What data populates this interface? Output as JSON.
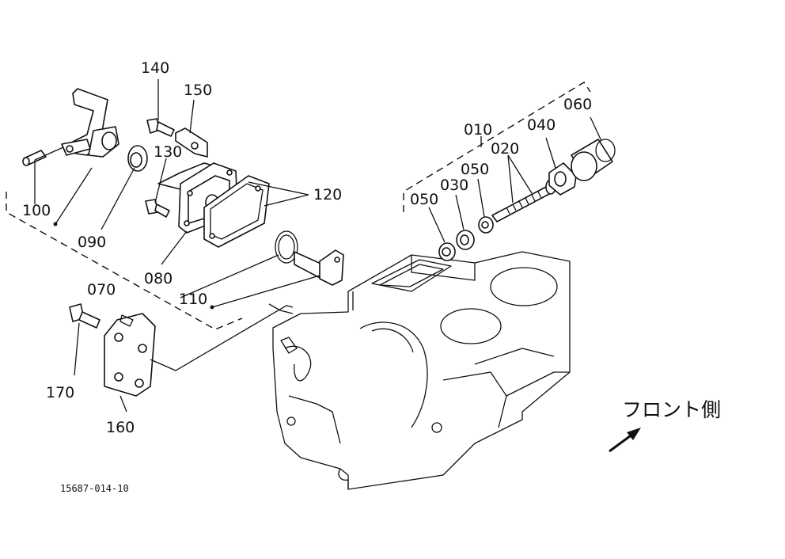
{
  "callouts": [
    {
      "id": "c010",
      "text": "010"
    },
    {
      "id": "c020",
      "text": "020"
    },
    {
      "id": "c030",
      "text": "030"
    },
    {
      "id": "c040",
      "text": "040"
    },
    {
      "id": "c050a",
      "text": "050"
    },
    {
      "id": "c050b",
      "text": "050"
    },
    {
      "id": "c060",
      "text": "060"
    },
    {
      "id": "c070",
      "text": "070"
    },
    {
      "id": "c080",
      "text": "080"
    },
    {
      "id": "c090",
      "text": "090"
    },
    {
      "id": "c100",
      "text": "100"
    },
    {
      "id": "c110",
      "text": "110"
    },
    {
      "id": "c120",
      "text": "120"
    },
    {
      "id": "c130",
      "text": "130"
    },
    {
      "id": "c140",
      "text": "140"
    },
    {
      "id": "c150",
      "text": "150"
    },
    {
      "id": "c160",
      "text": "160"
    },
    {
      "id": "c170",
      "text": "170"
    }
  ],
  "front_side_label": "フロント側",
  "drawing_number": "15687-014-10",
  "colors": {
    "ink": "#111111",
    "paper": "#ffffff"
  },
  "icons": [
    "front-direction-arrow-icon"
  ]
}
